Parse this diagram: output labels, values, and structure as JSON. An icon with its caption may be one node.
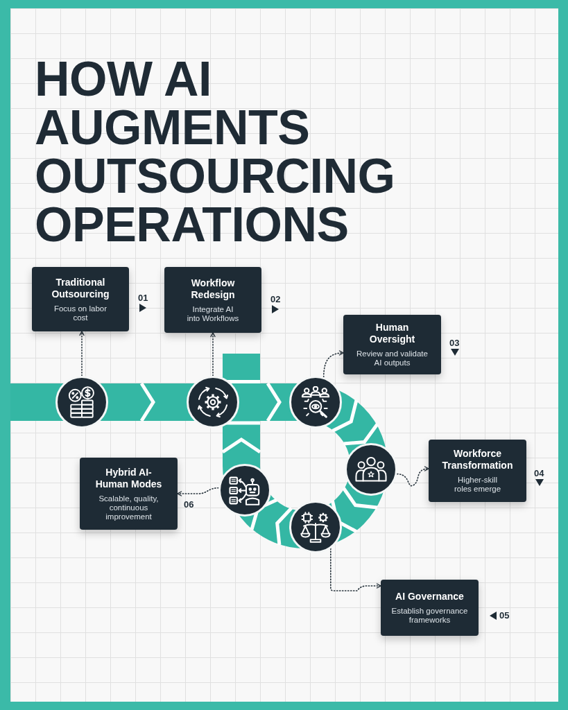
{
  "diagram": {
    "title": "HOW AI AUGMENTS OUTSOURCING OPERATIONS",
    "nodes": [
      {
        "text": [
          "Traditional Outsourcing",
          "Focus on labor cost"
        ],
        "beside": [
          "01"
        ]
      },
      {
        "text": [
          "Workflow Redesign",
          "Integrate AI into Workflows"
        ],
        "beside": [
          "02"
        ]
      },
      {
        "text": [
          "Human Oversight",
          "Review and validate AI outputs"
        ],
        "beside": [
          "03"
        ]
      },
      {
        "text": [
          "Workforce Transformation",
          "Higher-skill roles emerge"
        ],
        "beside": [
          "04"
        ]
      },
      {
        "text": [
          "AI Governance",
          "Establish governance frameworks"
        ],
        "beside": [
          "05"
        ]
      },
      {
        "text": [
          "Hybrid AI-Human Modes",
          "Scalable, quality, continuous improvement"
        ],
        "beside": [
          "06"
        ]
      },
      {
        "text": [],
        "shape": "circle"
      },
      {
        "text": [],
        "shape": "circle"
      },
      {
        "text": [],
        "shape": "circle"
      },
      {
        "text": [],
        "shape": "circle"
      },
      {
        "text": [],
        "shape": "circle"
      },
      {
        "text": [],
        "shape": "circle"
      }
    ],
    "edges": [
      {
        "from": 6,
        "to": 0,
        "arrow": "to",
        "style": "dashed"
      },
      {
        "from": 7,
        "to": 1,
        "arrow": "to",
        "style": "dashed"
      },
      {
        "from": 8,
        "to": 2,
        "arrow": "to",
        "style": "dashed"
      },
      {
        "from": 9,
        "to": 3,
        "arrow": "to",
        "style": "dashed"
      },
      {
        "from": 10,
        "to": 4,
        "arrow": "to",
        "style": "dashed"
      },
      {
        "from": 11,
        "to": 5,
        "arrow": "to",
        "style": "dashed"
      }
    ]
  }
}
